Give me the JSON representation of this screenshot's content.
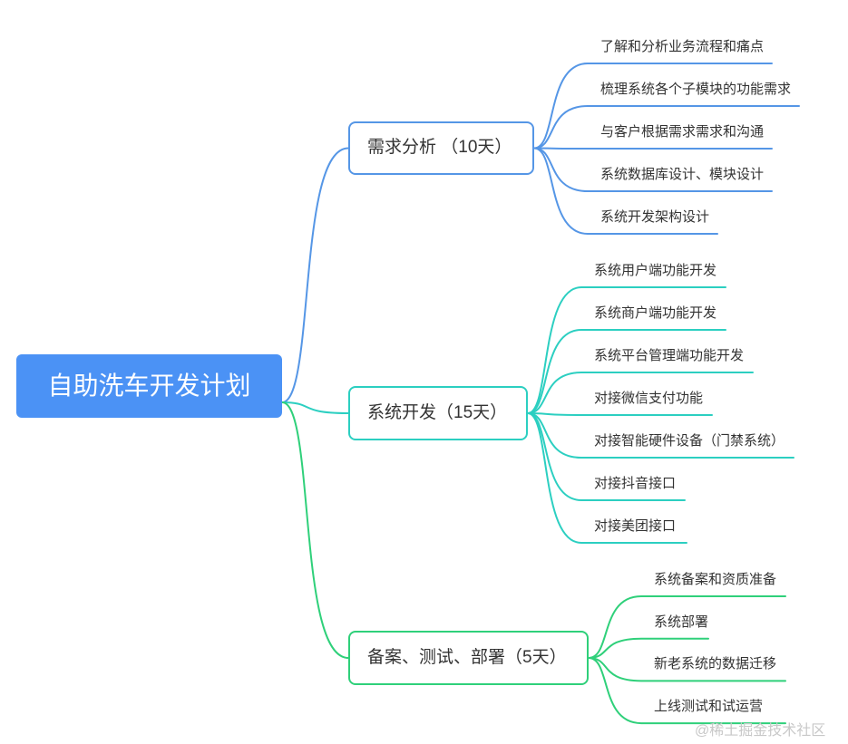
{
  "root": {
    "label": "自助洗车开发计划",
    "color": "#4b92f5"
  },
  "branches": [
    {
      "label": "需求分析 （10天）",
      "color": "#5596e6",
      "leaves": [
        "了解和分析业务流程和痛点",
        "梳理系统各个子模块的功能需求",
        "与客户根据需求需求和沟通",
        "系统数据库设计、模块设计",
        "系统开发架构设计"
      ]
    },
    {
      "label": "系统开发（15天）",
      "color": "#2ccfc1",
      "leaves": [
        "系统用户端功能开发",
        "系统商户端功能开发",
        "系统平台管理端功能开发",
        "对接微信支付功能",
        "对接智能硬件设备（门禁系统）",
        "对接抖音接口",
        "对接美团接口"
      ]
    },
    {
      "label": "备案、测试、部署（5天）",
      "color": "#2fd07a",
      "leaves": [
        "系统备案和资质准备",
        "系统部署",
        "新老系统的数据迁移",
        "上线测试和试运营"
      ]
    }
  ],
  "watermark": "@稀土掘金技术社区"
}
